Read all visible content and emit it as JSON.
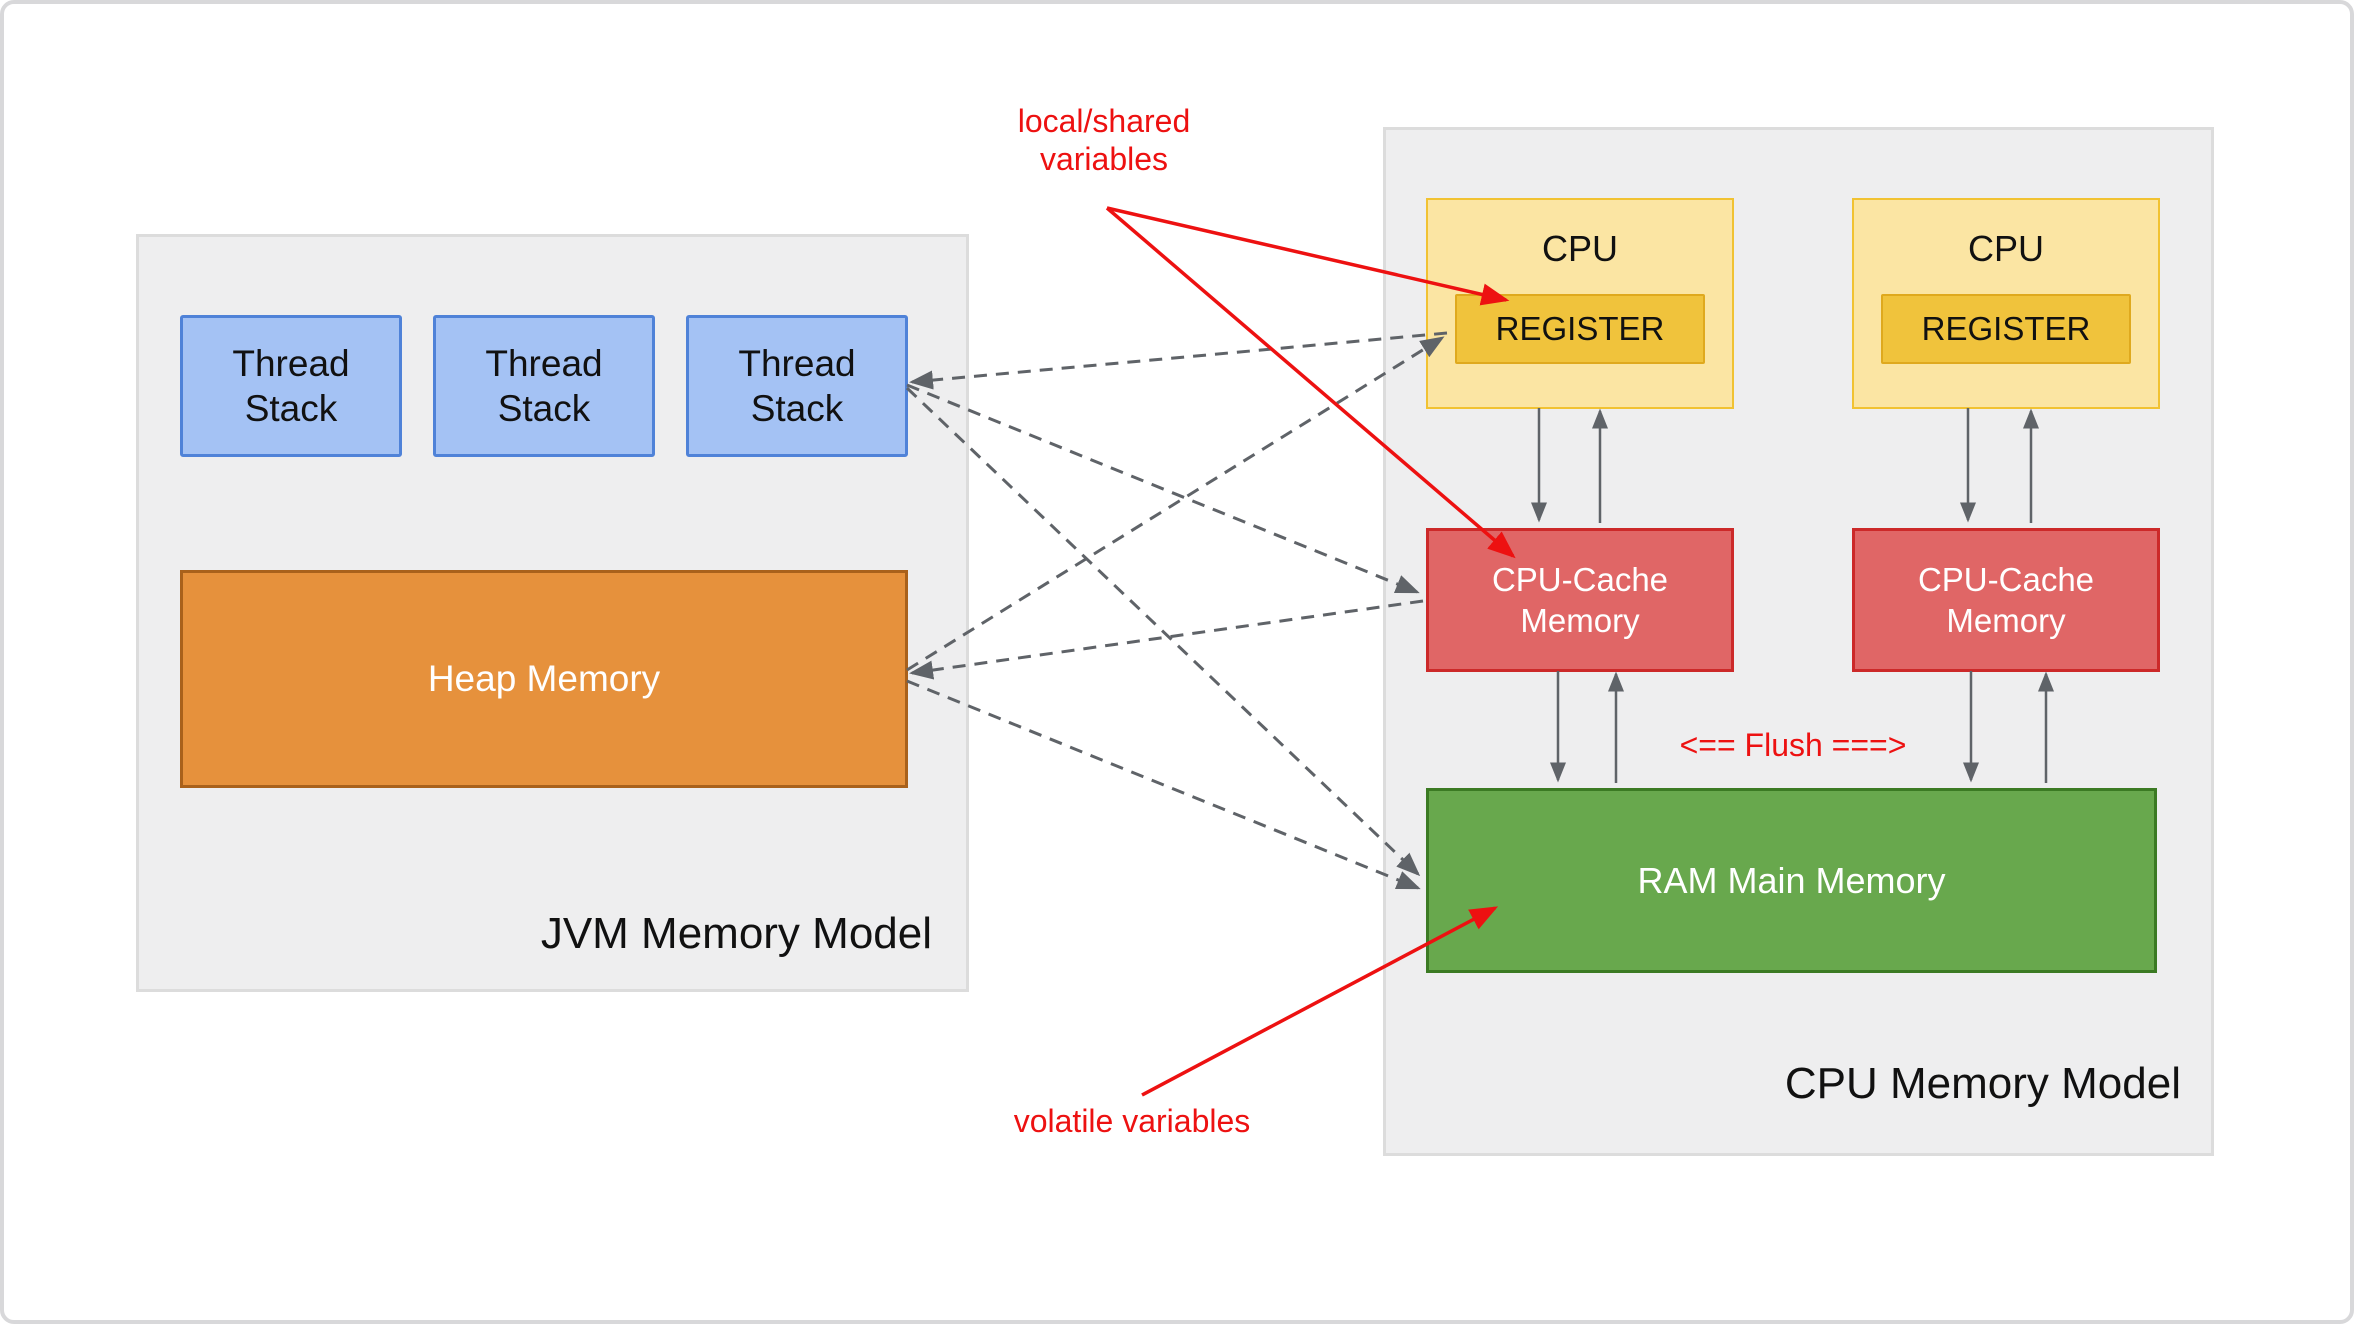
{
  "colors": {
    "card_border": "#d8d8da",
    "panel_bg": "#eeeeef",
    "panel_border": "#dcdcdc",
    "thread_fill": "#a4c2f4",
    "thread_border": "#4f82d8",
    "heap_fill": "#e6913c",
    "heap_border": "#a9611b",
    "cpu_fill": "#fbe5a3",
    "cpu_border": "#f1c232",
    "register_fill": "#f0c33c",
    "register_border": "#dfa91e",
    "cache_fill": "#e06666",
    "cache_border": "#cc2929",
    "ram_fill": "#68a84d",
    "ram_border": "#3b7a23",
    "arrow_gray": "#5f6368",
    "accent_red": "#ed1111",
    "text_dark": "#111111",
    "text_light": "#ffffff"
  },
  "diagram": {
    "jvm": {
      "title": "JVM Memory Model",
      "thread_stacks": [
        {
          "label": "Thread Stack"
        },
        {
          "label": "Thread Stack"
        },
        {
          "label": "Thread Stack"
        }
      ],
      "heap": {
        "label": "Heap Memory"
      }
    },
    "cpu": {
      "title": "CPU Memory Model",
      "cpus": [
        {
          "label": "CPU",
          "register_label": "REGISTER"
        },
        {
          "label": "CPU",
          "register_label": "REGISTER"
        }
      ],
      "caches": [
        {
          "label": "CPU-Cache\nMemory"
        },
        {
          "label": "CPU-Cache\nMemory"
        }
      ],
      "ram": {
        "label": "RAM Main Memory"
      }
    },
    "annotations": {
      "local_shared": "local/shared\nvariables",
      "volatile_vars": "volatile variables",
      "flush": "<== Flush ===>"
    }
  }
}
